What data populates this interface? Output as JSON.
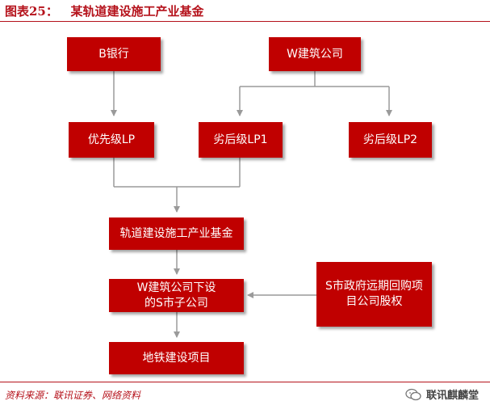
{
  "figure": {
    "title": "图表25：   某轨道建设施工产业基金"
  },
  "nodes": {
    "bank_b": "B银行",
    "w_company": "W建筑公司",
    "priority_lp": "优先级LP",
    "sub_lp1": "劣后级LP1",
    "sub_lp2": "劣后级LP2",
    "fund": "轨道建设施工产业基金",
    "s_subsidiary": "W建筑公司下设的S市子公司",
    "s_government": "S市政府远期回购项目公司股权",
    "metro_project": "地铁建设项目"
  },
  "footer": {
    "source": "资料来源：联讯证券、网络资料",
    "brand": "联讯麒麟堂"
  },
  "colors": {
    "box_fill": "#c00000",
    "accent": "#b5121b",
    "connector": "#9a9a9a"
  }
}
